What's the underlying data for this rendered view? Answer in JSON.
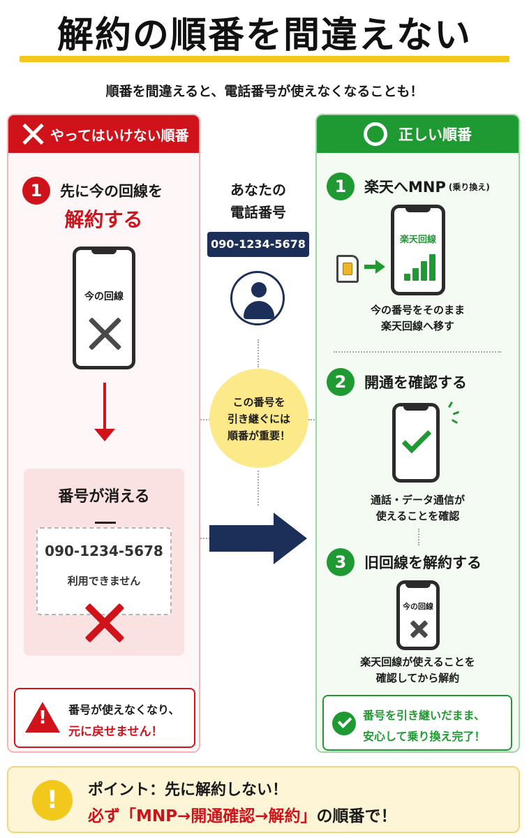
{
  "title": "解約の順番を間違えない",
  "subtitle": "順番を間違えると、電話番号が使えなくなることも！",
  "left": {
    "header": "やってはいけない順番",
    "step1_line1": "先に今の回線を",
    "step1_line2": "解約する",
    "phone_label": "今の回線",
    "vanish_title": "番号が消える",
    "phone_number": "090-1234-5678",
    "unusable": "利用できません",
    "warn_line1": "番号が使えなくなり、",
    "warn_line2": "元に戻せません！"
  },
  "middle": {
    "your_number_line1": "あなたの",
    "your_number_line2": "電話番号",
    "phone_number": "090-1234-5678",
    "circle_line1": "この番号を",
    "circle_line2": "引き継ぐには",
    "circle_line3": "順番が重要！"
  },
  "right": {
    "header": "正しい順番",
    "step1_title": "楽天へMNP",
    "step1_note": "(乗り換え)",
    "step1_phone_label": "楽天回線",
    "step1_desc1": "今の番号をそのまま",
    "step1_desc2": "楽天回線へ移す",
    "step2_title": "開通を確認する",
    "step2_desc1": "通話・データ通信が",
    "step2_desc2": "使えることを確認",
    "step3_title": "旧回線を解約する",
    "step3_phone_label": "今の回線",
    "step3_desc1": "楽天回線が使えることを",
    "step3_desc2": "確認してから解約",
    "ok_line1": "番号を引き継いだまま、",
    "ok_line2": "安心して乗り換え完了！"
  },
  "steps": {
    "n1": "1",
    "n2": "2",
    "n3": "3"
  },
  "point": {
    "line1": "ポイント：先に解約しない！",
    "line2_red": "必ず「MNP→開通確認→解約」",
    "line2_rest": "の順番で！"
  },
  "colors": {
    "red": "#d0121b",
    "green": "#1f9a32",
    "navy": "#1c2f59",
    "yellow": "#f2c81d"
  }
}
